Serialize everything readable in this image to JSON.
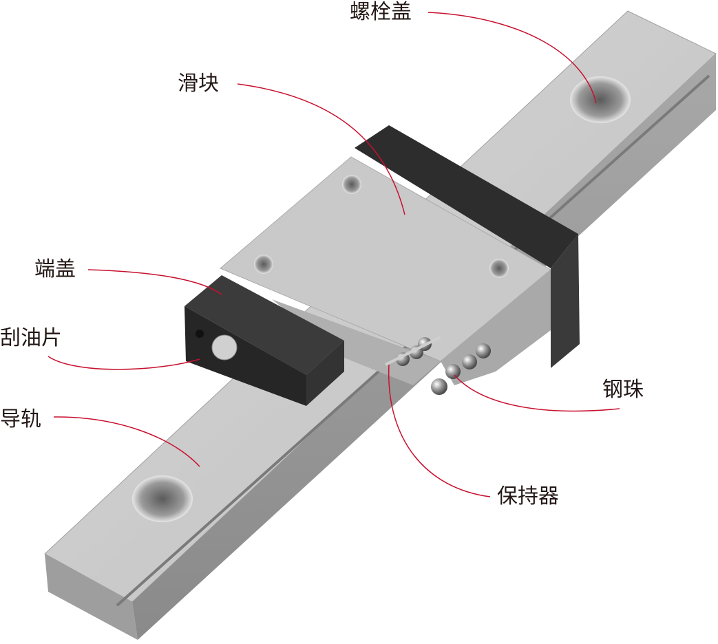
{
  "colors": {
    "leader": "#c8102e",
    "text": "#231815"
  },
  "labels": {
    "bolt_cap": "螺栓盖",
    "slider": "滑块",
    "end_cap": "端盖",
    "wiper": "刮油片",
    "rail": "导轨",
    "steel_ball": "钢珠",
    "retainer": "保持器"
  }
}
